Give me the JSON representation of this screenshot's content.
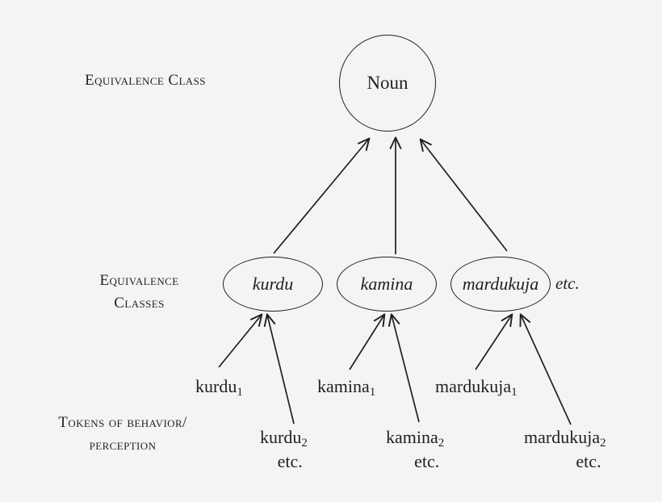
{
  "diagram": {
    "background_color": "#f4f4f4",
    "stroke_color": "#231f20",
    "row_labels": {
      "top": {
        "line1": "Equivalence Class"
      },
      "middle": {
        "line1": "Equivalence",
        "line2": "Classes"
      },
      "bottom": {
        "line1": "Tokens of behavior/",
        "line2": "perception"
      }
    },
    "root_node": {
      "label": "Noun",
      "shape": "circle"
    },
    "class_nodes": [
      {
        "label": "kurdu",
        "shape": "ellipse"
      },
      {
        "label": "kamina",
        "shape": "ellipse"
      },
      {
        "label": "mardukuja",
        "shape": "ellipse"
      }
    ],
    "class_nodes_suffix": "etc.",
    "token_groups": [
      {
        "parent": "kurdu",
        "tokens": [
          {
            "word": "kurdu",
            "index": "1"
          },
          {
            "word": "kurdu",
            "index": "2",
            "etc": "etc."
          }
        ]
      },
      {
        "parent": "kamina",
        "tokens": [
          {
            "word": "kamina",
            "index": "1"
          },
          {
            "word": "kamina",
            "index": "2",
            "etc": "etc."
          }
        ]
      },
      {
        "parent": "mardukuja",
        "tokens": [
          {
            "word": "mardukuja",
            "index": "1"
          },
          {
            "word": "mardukuja",
            "index": "2",
            "etc": "etc."
          }
        ]
      }
    ]
  }
}
